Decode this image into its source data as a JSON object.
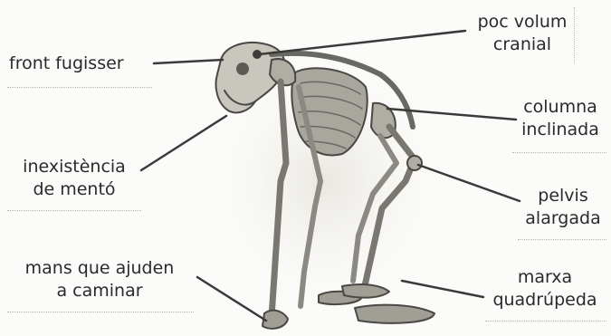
{
  "labels": {
    "front_fugisser": "front fugisser",
    "poc_volum_cranial": [
      "poc volum",
      "cranial"
    ],
    "columna_inclinada": [
      "columna",
      "inclinada"
    ],
    "inexistencia_mento": [
      "inexistència",
      "de mentó"
    ],
    "pelvis_alargada": [
      "pelvis",
      "alargada"
    ],
    "mans_que_ajuden": [
      "mans que ajuden",
      "a caminar"
    ],
    "marxa_quadrupeda": [
      "marxa",
      "quadrúpeda"
    ]
  },
  "colors": {
    "ink": "#2a2a2a",
    "bone": "#8d8a84",
    "bone_dark": "#4a4844",
    "leader_line": "#3a3a3a",
    "background": "#fbfbf9"
  }
}
